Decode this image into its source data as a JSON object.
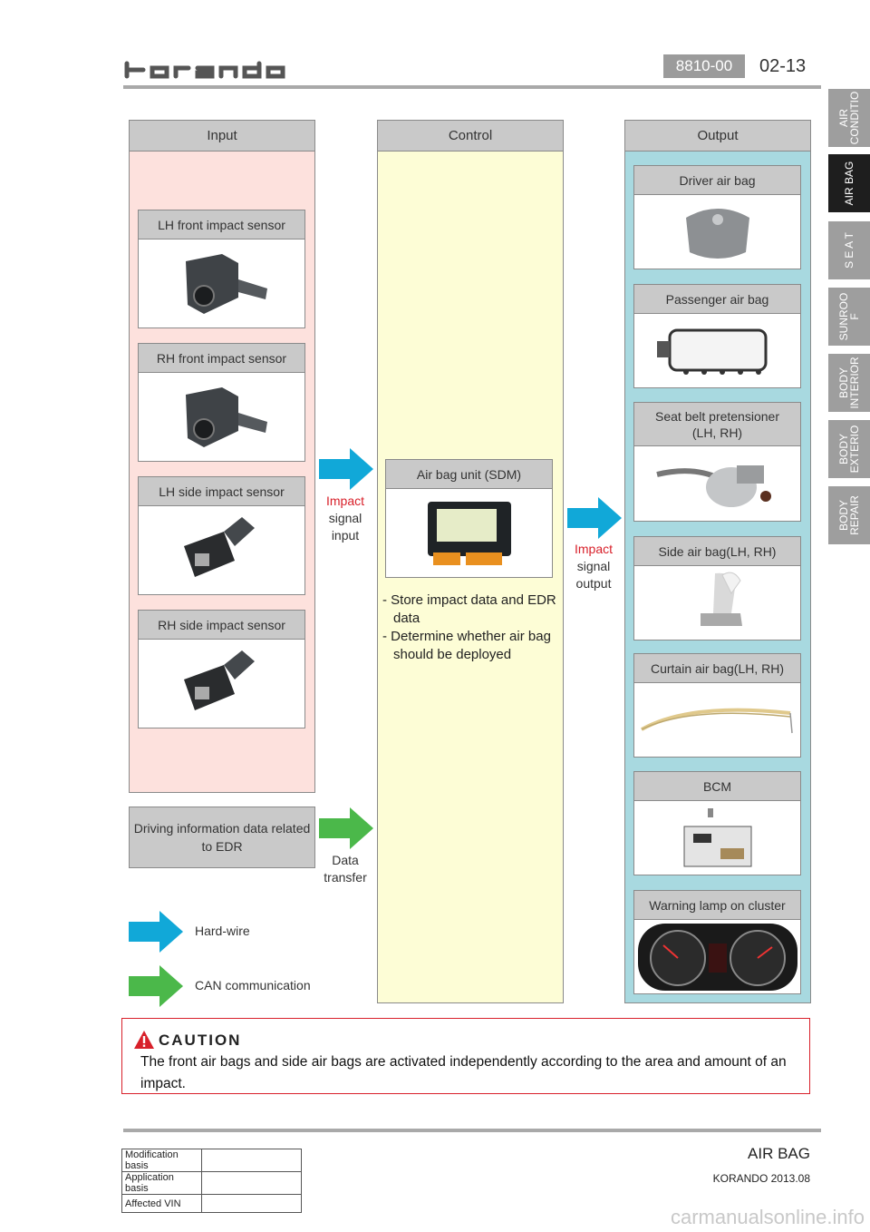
{
  "header": {
    "brand": "korando",
    "code": "8810-00",
    "page": "02-13"
  },
  "side_tabs": [
    {
      "label": "AIR\nCONDITIO",
      "active": false
    },
    {
      "label": "AIR BAG",
      "active": true
    },
    {
      "label": "S E A T",
      "active": false
    },
    {
      "label": "SUNROO\nF",
      "active": false
    },
    {
      "label": "BODY\nINTERIOR",
      "active": false
    },
    {
      "label": "BODY\nEXTERIO",
      "active": false
    },
    {
      "label": "BODY\nREPAIR",
      "active": false
    }
  ],
  "columns": {
    "input": "Input",
    "control": "Control",
    "output": "Output"
  },
  "inputs": [
    {
      "label": "LH front impact sensor"
    },
    {
      "label": "RH front impact sensor"
    },
    {
      "label": "LH side impact sensor"
    },
    {
      "label": "RH side impact sensor"
    }
  ],
  "edr_input": "Driving information data related to EDR",
  "control": {
    "unit": "Air bag unit (SDM)",
    "notes": [
      "- Store impact data and EDR data",
      "- Determine whether air bag should be deployed"
    ]
  },
  "outputs": [
    {
      "label": "Driver air bag"
    },
    {
      "label": "Passenger air bag"
    },
    {
      "label": "Seat belt pretensioner (LH, RH)"
    },
    {
      "label": "Side air bag(LH, RH)"
    },
    {
      "label": "Curtain air bag(LH, RH)"
    },
    {
      "label": "BCM"
    },
    {
      "label": "Warning lamp on cluster"
    }
  ],
  "arrows": {
    "impact_input": {
      "red": "Impact",
      "rest": "signal input"
    },
    "impact_output": {
      "red": "Impact",
      "rest": "signal output"
    },
    "data_transfer": "Data transfer"
  },
  "legend": {
    "hardwire": "Hard-wire",
    "can": "CAN communication"
  },
  "colors": {
    "hardwire_arrow": "#11a8d8",
    "can_arrow": "#4bb84a",
    "input_bg": "#fde1dd",
    "control_bg": "#fdfdd6",
    "output_bg": "#a8d9e0",
    "caution_red": "#d8202a"
  },
  "caution": {
    "title": "CAUTION",
    "text": "The front air bags and side air bags are activated independently according to the area and amount of an impact."
  },
  "footer": {
    "section": "AIR BAG",
    "model": "KORANDO 2013.08",
    "table": [
      {
        "label": "Modification basis",
        "value": ""
      },
      {
        "label": "Application basis",
        "value": ""
      },
      {
        "label": "Affected VIN",
        "value": ""
      }
    ]
  },
  "watermark": "carmanualsonline.info"
}
